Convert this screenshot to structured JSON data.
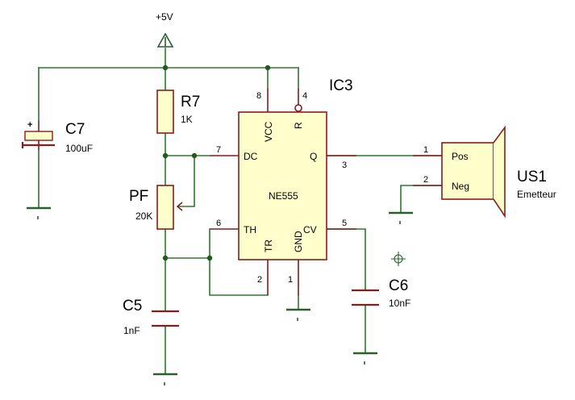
{
  "power": {
    "label": "+5V"
  },
  "ic3": {
    "ref": "IC3",
    "part": "NE555",
    "pins": {
      "vcc": {
        "num": "8",
        "name": "VCC"
      },
      "r": {
        "num": "4",
        "name": "R"
      },
      "dc": {
        "num": "7",
        "name": "DC"
      },
      "q": {
        "num": "3",
        "name": "Q"
      },
      "th": {
        "num": "6",
        "name": "TH"
      },
      "cv": {
        "num": "5",
        "name": "CV"
      },
      "tr": {
        "num": "2",
        "name": "TR"
      },
      "gnd": {
        "num": "1",
        "name": "GND"
      }
    }
  },
  "r7": {
    "ref": "R7",
    "value": "1K"
  },
  "pf": {
    "ref": "PF",
    "value": "20K"
  },
  "c7": {
    "ref": "C7",
    "value": "100uF",
    "polarity": "+"
  },
  "c5": {
    "ref": "C5",
    "value": "1nF"
  },
  "c6": {
    "ref": "C6",
    "value": "10nF"
  },
  "us1": {
    "ref": "US1",
    "value": "Emetteur",
    "pos": {
      "num": "1",
      "name": "Pos"
    },
    "neg": {
      "num": "2",
      "name": "Neg"
    }
  }
}
